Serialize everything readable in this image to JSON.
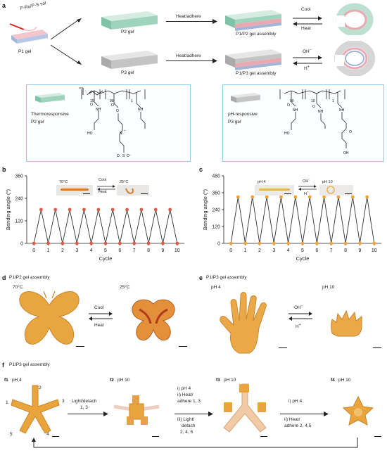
{
  "panel_a": {
    "letter": "a",
    "sol_label": "P-Ru/P-S sol",
    "p1_label": "P1 gel",
    "p2_label": "P2 gel",
    "p3_label": "P3 gel",
    "heat_adhere_1": "Heat/adhere",
    "heat_adhere_2": "Heat/adhere",
    "p1p2_label": "P1/P2 gel assembly",
    "p1p3_label": "P1/P3 gel assembly",
    "cool": "Cool",
    "heat": "Heat",
    "oh": "OH",
    "oh_sup": "−",
    "h": "H",
    "h_sup": "+",
    "box1_title": "Thermoresponsive",
    "box1_gel": "P2 gel",
    "box2_title": "pH-responsive",
    "box2_gel": "P3 gel",
    "chem1_n1": "10",
    "chem1_n2": "90",
    "chem1_n3": "1",
    "chem1_nh1": "NH",
    "chem1_nh2": "NH",
    "chem1_o1": "O",
    "chem1_o2": "O",
    "chem1_o3": "O",
    "chem1_ho": "HO",
    "chem1_n": "N",
    "chem1_plus": "+",
    "chem1_so3": "S",
    "chem1_so3_o": "O",
    "chem1_so3_minus": "O⁻",
    "chem2_n1": "90",
    "chem2_n2": "10",
    "chem2_n3": "1",
    "chem2_nh1": "NH",
    "chem2_nh2": "NH",
    "chem2_nh3": "NH",
    "chem2_o1": "O",
    "chem2_o2": "O",
    "chem2_o3": "O",
    "chem2_ho": "HO",
    "chem2_oh": "OH"
  },
  "panel_b": {
    "letter": "b",
    "temp_high": "70°C",
    "temp_low": "25°C",
    "cool": "Cool",
    "heat": "Heat"
  },
  "panel_c": {
    "letter": "c",
    "ph_low": "pH 4",
    "ph_high": "pH 10",
    "oh": "OH",
    "oh_sup": "−",
    "h": "H",
    "h_sup": "+"
  },
  "panel_d": {
    "letter": "d",
    "title": "P1/P2 gel assembly",
    "temp_high": "70°C",
    "temp_low": "25°C",
    "cool": "Cool",
    "heat": "Heat"
  },
  "panel_e": {
    "letter": "e",
    "title": "P1/P3 gel assembly",
    "ph_low": "pH 4",
    "ph_high": "pH 10",
    "oh": "OH",
    "oh_sup": "−",
    "h": "H",
    "h_sup": "+"
  },
  "panel_f": {
    "letter": "f",
    "title": "P1/P3 gel assembly",
    "f1": "f1",
    "f1_ph": "pH 4",
    "f2": "f2",
    "f2_ph": "pH 10",
    "f3": "f3",
    "f3_ph": "pH 10",
    "f4": "f4",
    "f4_ph": "pH 10",
    "arm_labels": [
      "1",
      "2",
      "3",
      "4",
      "5"
    ],
    "step1_a": "Light/detach",
    "step1_b": "1, 3",
    "step2_a": "i) pH 4",
    "step2_b": "ii) Heat/",
    "step2_c": "adhere 1, 3",
    "step2_d": "iii) Light/",
    "step2_e": "detach",
    "step2_f": "2, 4, 5",
    "step3_a": "i) pH 4",
    "step3_b": "ii) Heat/",
    "step3_c": "adhere 2, 4,5"
  },
  "colors": {
    "marker_b": "#e05a45",
    "marker_c": "#f2a33c",
    "line": "#333333",
    "gel_amber": "#e8a640",
    "box_border": "#8ecde6"
  },
  "chart_data": [
    {
      "type": "line",
      "xlabel": "Cycle",
      "ylabel": "Bending angle (°)",
      "x": [
        0,
        0.5,
        1,
        1.5,
        2,
        2.5,
        3,
        3.5,
        4,
        4.5,
        5,
        5.5,
        6,
        6.5,
        7,
        7.5,
        8,
        8.5,
        9,
        9.5,
        10
      ],
      "values": [
        0,
        180,
        0,
        180,
        0,
        180,
        0,
        180,
        0,
        180,
        0,
        180,
        0,
        180,
        0,
        180,
        0,
        180,
        0,
        180,
        0
      ],
      "xticks": [
        "0",
        "1",
        "2",
        "3",
        "4",
        "5",
        "6",
        "7",
        "8",
        "9",
        "10"
      ],
      "yticks": [
        "0",
        "120",
        "240",
        "360"
      ],
      "xlim": [
        -0.5,
        10.5
      ],
      "ylim": [
        0,
        360
      ],
      "grid": false
    },
    {
      "type": "line",
      "xlabel": "Cycle",
      "ylabel": "Bending angle (°)",
      "x": [
        0,
        0.5,
        1,
        1.5,
        2,
        2.5,
        3,
        3.5,
        4,
        4.5,
        5,
        5.5,
        6,
        6.5,
        7,
        7.5,
        8,
        8.5,
        9,
        9.5,
        10
      ],
      "values": [
        0,
        330,
        0,
        330,
        0,
        330,
        0,
        330,
        0,
        330,
        0,
        330,
        0,
        330,
        0,
        330,
        0,
        330,
        0,
        330,
        0
      ],
      "xticks": [
        "0",
        "1",
        "2",
        "3",
        "4",
        "5",
        "6",
        "7",
        "8",
        "9",
        "10"
      ],
      "yticks": [
        "0",
        "120",
        "240",
        "360",
        "480"
      ],
      "xlim": [
        -0.5,
        10.5
      ],
      "ylim": [
        0,
        480
      ],
      "grid": false
    }
  ]
}
